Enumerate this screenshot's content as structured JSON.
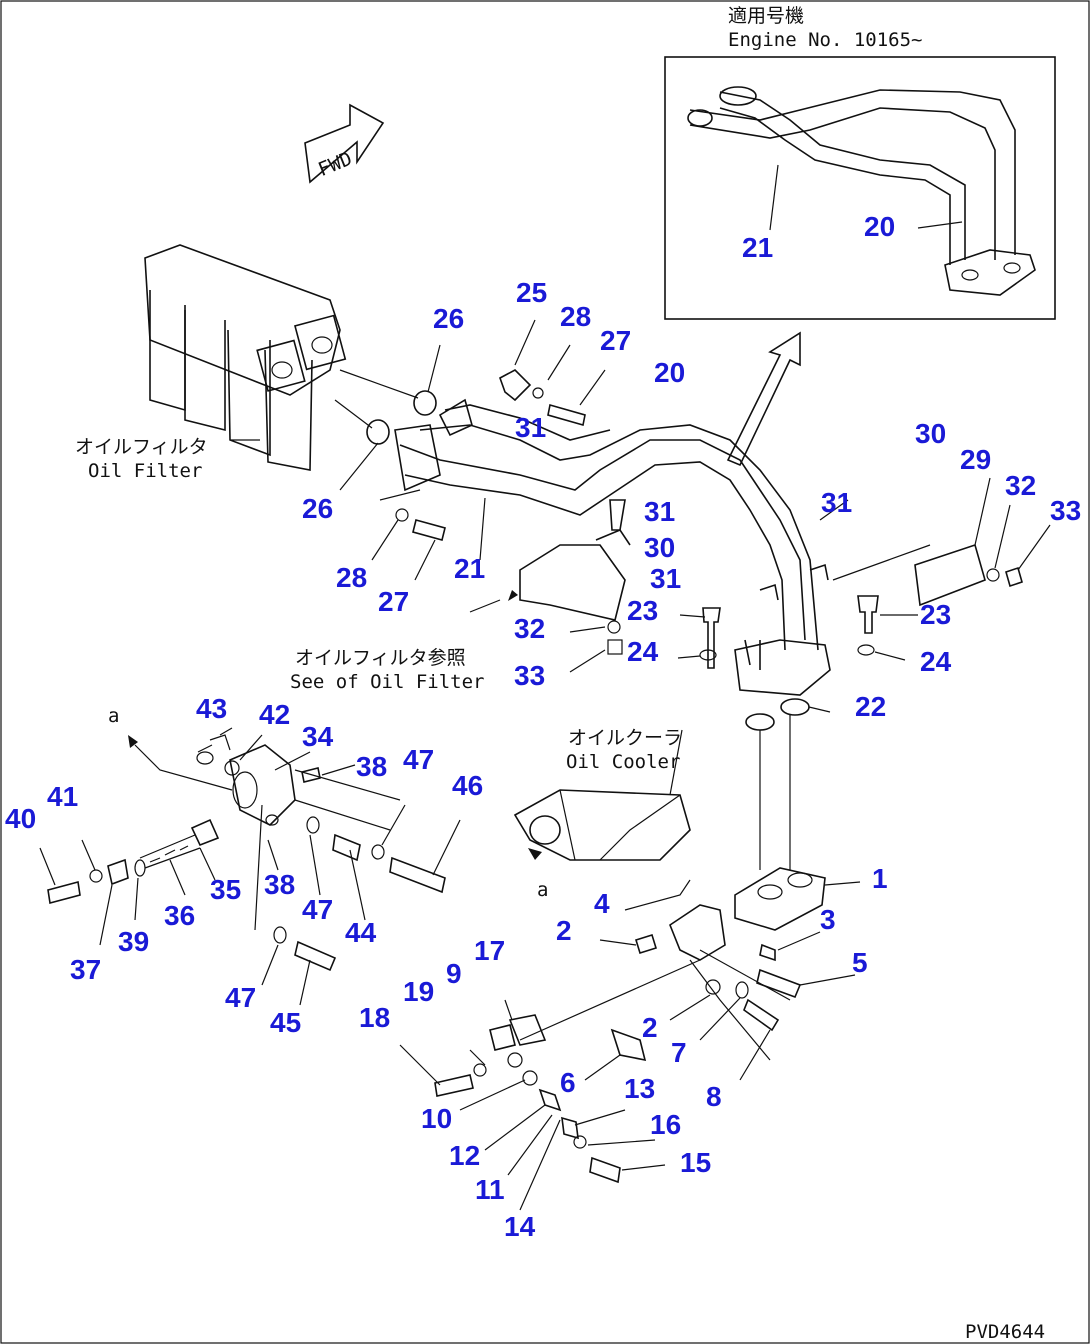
{
  "inset": {
    "caption_jp": "適用号機",
    "caption_en": "Engine No. 10165~",
    "labels": [
      "21",
      "20"
    ]
  },
  "fwd_arrow": "FWD",
  "captions": {
    "oil_filter_jp": "オイルフィルタ",
    "oil_filter_en": "Oil Filter",
    "see_oil_filter_jp": "オイルフィルタ参照",
    "see_oil_filter_en": "See of Oil Filter",
    "oil_cooler_jp": "オイルクーラ",
    "oil_cooler_en": "Oil Cooler",
    "ref_a_top": "a",
    "ref_a_bottom": "a"
  },
  "part_numbers": [
    "26",
    "25",
    "28",
    "27",
    "20",
    "31",
    "26",
    "31",
    "30",
    "28",
    "21",
    "27",
    "30",
    "31",
    "32",
    "29",
    "33",
    "31",
    "23",
    "23",
    "32",
    "24",
    "24",
    "33",
    "22",
    "43",
    "42",
    "34",
    "38",
    "47",
    "46",
    "41",
    "40",
    "35",
    "38",
    "36",
    "47",
    "44",
    "37",
    "39",
    "47",
    "45",
    "1",
    "4",
    "2",
    "3",
    "5",
    "17",
    "9",
    "19",
    "18",
    "2",
    "7",
    "6",
    "13",
    "8",
    "10",
    "16",
    "12",
    "15",
    "11",
    "14"
  ],
  "footer_code": "PVD4644"
}
